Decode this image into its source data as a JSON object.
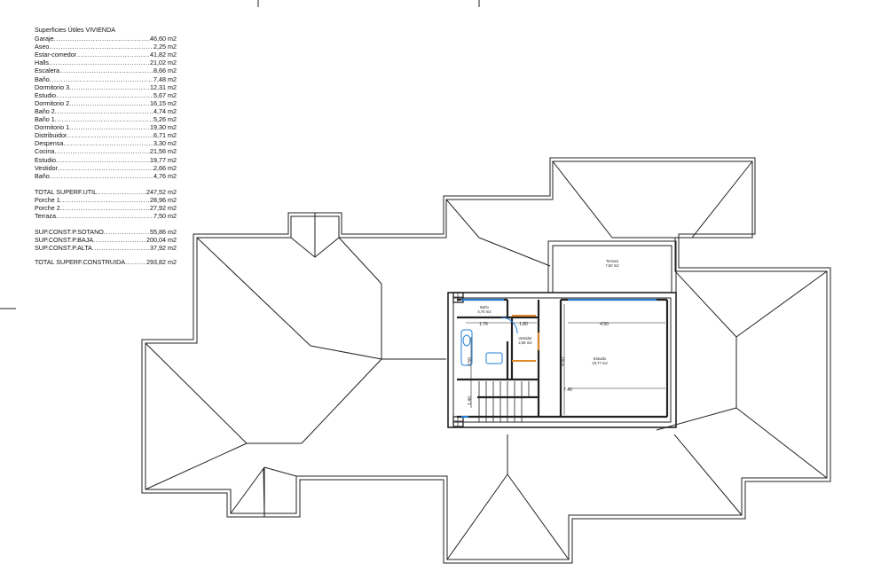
{
  "legend": {
    "title": "Superficies Útiles VIVIENDA",
    "rooms": [
      {
        "label": "Garaje",
        "value": "46,60 m2"
      },
      {
        "label": "Aseo",
        "value": "2,25 m2"
      },
      {
        "label": "Estar-comedor",
        "value": "41,82 m2"
      },
      {
        "label": "Halls",
        "value": "21,02 m2"
      },
      {
        "label": "Escalera",
        "value": "8,66 m2"
      },
      {
        "label": "Baño",
        "value": "7,48 m2"
      },
      {
        "label": "Dormitorio 3",
        "value": "12,31 m2"
      },
      {
        "label": "Estudio",
        "value": "5,67 m2"
      },
      {
        "label": "Dormitorio 2",
        "value": "16,15 m2"
      },
      {
        "label": "Baño 2",
        "value": "4,74 m2"
      },
      {
        "label": "Baño 1",
        "value": "5,26 m2"
      },
      {
        "label": "Dormitorio 1",
        "value": "19,30 m2"
      },
      {
        "label": "Distribuidor",
        "value": "6,71 m2"
      },
      {
        "label": "Despensa",
        "value": "3,30 m2"
      },
      {
        "label": "Cocina",
        "value": "21,56 m2"
      },
      {
        "label": "Estudio",
        "value": "19,77 m2"
      },
      {
        "label": "Vestidor",
        "value": "2,66 m2"
      },
      {
        "label": "Baño",
        "value": "4,76 m2"
      }
    ],
    "totals": [
      {
        "label": "TOTAL SUPERF.UTIL",
        "value": "247,52 m2"
      },
      {
        "label": "Porche 1",
        "value": "28,96 m2"
      },
      {
        "label": "Porche 2",
        "value": "27,92 m2"
      },
      {
        "label": "Terraza",
        "value": "7,50 m2"
      }
    ],
    "construida": [
      {
        "label": "SUP.CONST.P.SOTANO",
        "value": "55,86 m2"
      },
      {
        "label": "SUP.CONST.P.BAJA",
        "value": "200,04 m2"
      },
      {
        "label": "SUP.CONST.P.ALTA",
        "value": "37,92 m2"
      }
    ],
    "total_construida": {
      "label": "TOTAL SUPERF.CONSTRUIDA",
      "value": "293,82 m2"
    }
  },
  "plan": {
    "rooms": {
      "terraza": {
        "name": "Terraza",
        "area": "7,50 m2"
      },
      "bano": {
        "name": "Baño",
        "area": "4,76 m2"
      },
      "vestidor": {
        "name": "Vestidor",
        "area": "2,66 m2"
      },
      "estudio": {
        "name": "Estudio",
        "area": "19,77 m2"
      }
    },
    "dimensions": [
      "1.76",
      "1.80",
      "4.50",
      "4.90",
      "7.40",
      "1.40",
      "2.50"
    ]
  },
  "colors": {
    "line": "#222222",
    "window": "#1f7fd6",
    "door": "#e08a2a"
  }
}
